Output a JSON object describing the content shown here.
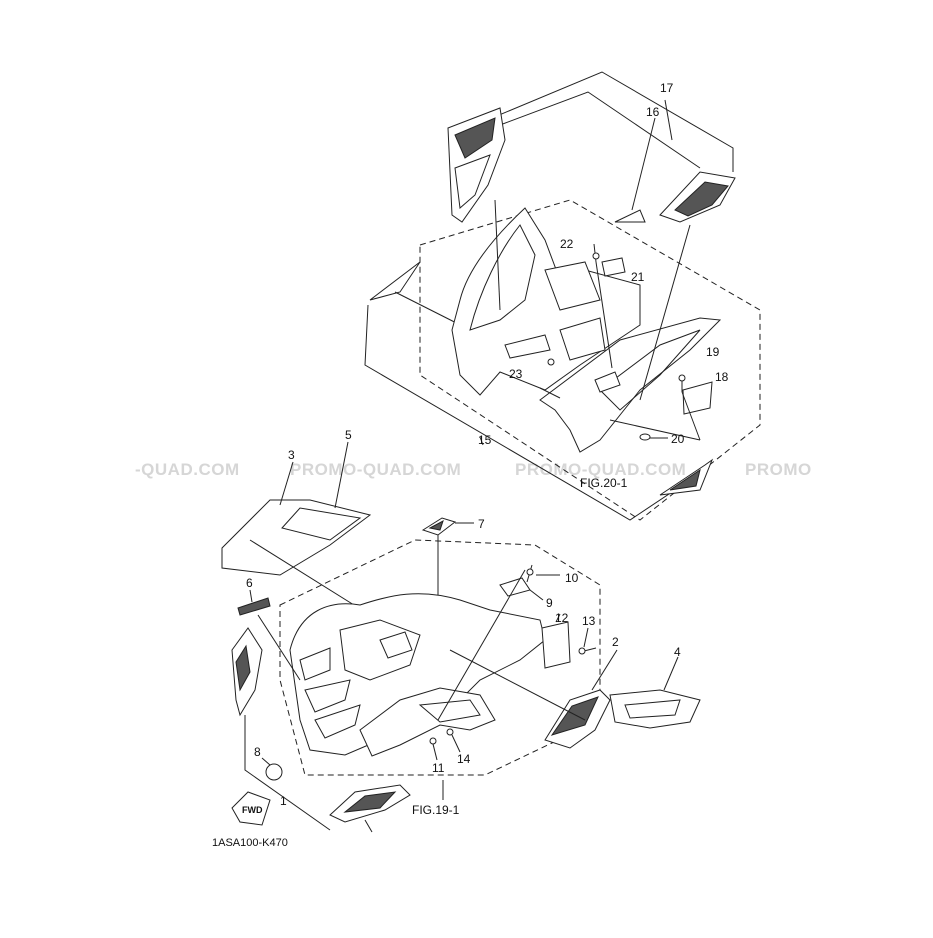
{
  "watermarks": [
    "-QUAD.COM",
    "PROMO-QUAD.COM",
    "PROMO-QUAD.COM",
    "PROMO"
  ],
  "callouts": {
    "c1": "1",
    "c2": "2",
    "c3": "3",
    "c4": "4",
    "c5": "5",
    "c6": "6",
    "c7": "7",
    "c8": "8",
    "c9": "9",
    "c10": "10",
    "c11": "11",
    "c12": "12",
    "c13": "13",
    "c14": "14",
    "c15": "15",
    "c16": "16",
    "c17": "17",
    "c18": "18",
    "c19": "19",
    "c20": "20",
    "c21": "21",
    "c22": "22",
    "c23": "23"
  },
  "figures": {
    "rear": "FIG.20-1",
    "front": "FIG.19-1"
  },
  "diagram_code": "1ASA100-K470",
  "decal_labels": {
    "fwd": "FWD"
  }
}
